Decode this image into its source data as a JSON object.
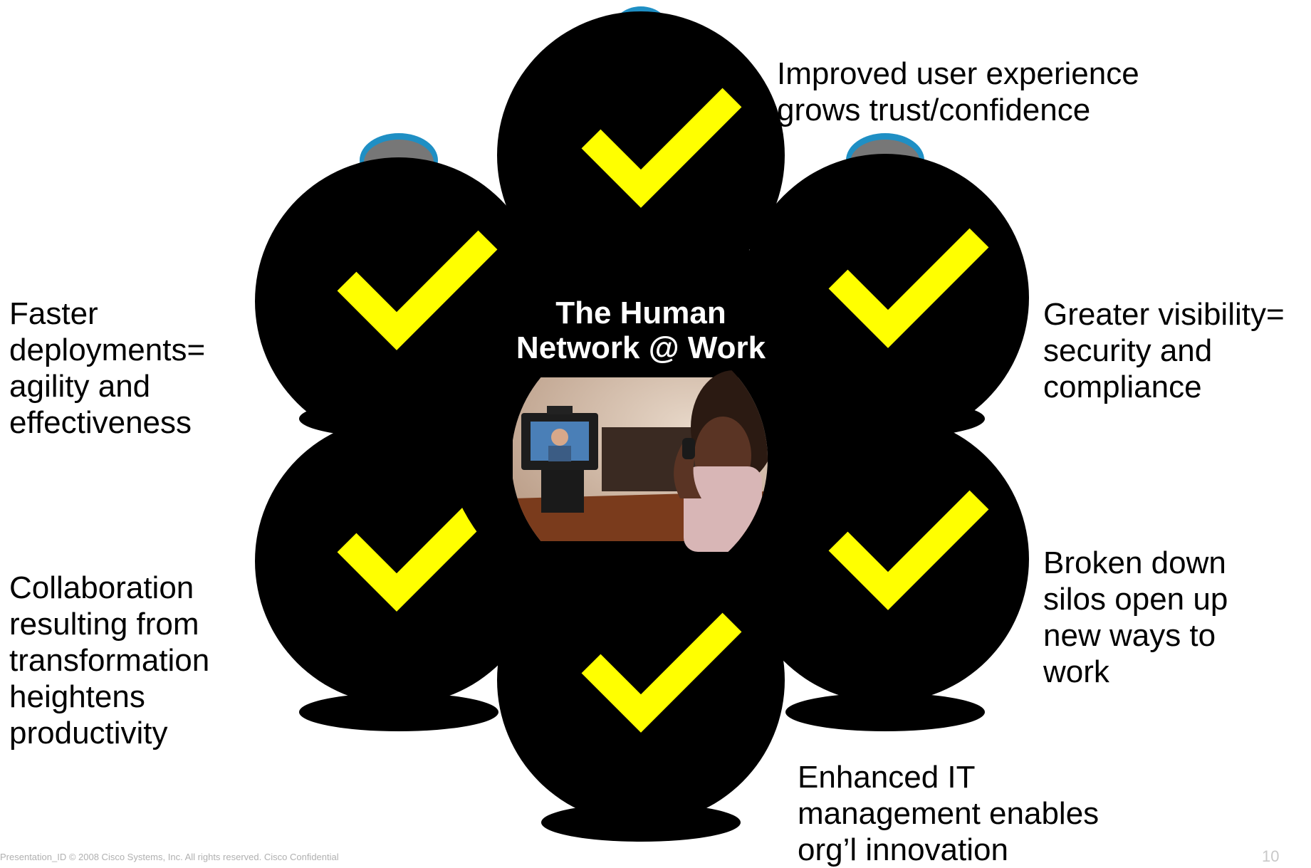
{
  "center": {
    "title": "The Human\nNetwork @ Work",
    "photo_description_icon": "video-conference-photo"
  },
  "benefits": [
    {
      "id": "top",
      "text": "Improved user experience\ngrows trust/confidence"
    },
    {
      "id": "upper-right",
      "text": "Greater visibility=\nsecurity and\ncompliance"
    },
    {
      "id": "lower-right",
      "text": "Broken down\nsilos open up\nnew ways to\nwork"
    },
    {
      "id": "bottom",
      "text": "Enhanced IT\nmanagement enables\norg’l innovation"
    },
    {
      "id": "lower-left",
      "text": "Collaboration\nresulting from\ntransformation\nheightens\nproductivity"
    },
    {
      "id": "upper-left",
      "text": "Faster\ndeployments=\nagility and\neffectiveness"
    }
  ],
  "icons": {
    "check": "checkmark-icon"
  },
  "colors": {
    "circle": "#000000",
    "check": "#FFFF00",
    "accent_blue": "#1f8fc4",
    "accent_gray": "#777777",
    "background": "#FFFFFF"
  },
  "footer": {
    "text": "Presentation_ID      © 2008 Cisco Systems, Inc. All rights reserved.      Cisco Confidential"
  },
  "page_number": "10"
}
